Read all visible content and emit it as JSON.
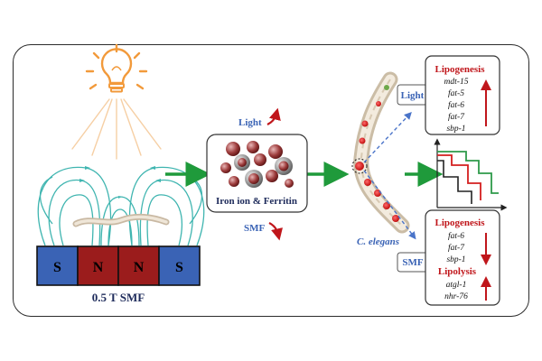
{
  "magnet": {
    "poles": [
      "S",
      "N",
      "N",
      "S"
    ],
    "field_label": "0.5 T SMF",
    "colors": {
      "s_pole": "#3a63b5",
      "n_pole": "#9b1c1c",
      "field_lines": "#3fb5b0"
    }
  },
  "lamp": {
    "icon": "light-bulb-icon",
    "color": "#f29a3b"
  },
  "center_box": {
    "label": "Iron ion & Ferritin"
  },
  "conditions": {
    "light": {
      "label": "Light",
      "trend": "up"
    },
    "smf": {
      "label": "SMF",
      "trend": "down"
    }
  },
  "worm": {
    "label": "C. elegans"
  },
  "light_panel": {
    "tag": "Light",
    "heading": "Lipogenesis",
    "genes": [
      "mdt-15",
      "fat-5",
      "fat-6",
      "fat-7",
      "sbp-1"
    ],
    "trend": "up"
  },
  "smf_panel": {
    "tag": "SMF",
    "sections": [
      {
        "heading": "Lipogenesis",
        "genes": [
          "fat-6",
          "fat-7",
          "sbp-1"
        ],
        "trend": "down"
      },
      {
        "heading": "Lipolysis",
        "genes": [
          "atgl-1",
          "nhr-76"
        ],
        "trend": "up"
      }
    ]
  },
  "survival_chart": {
    "series_colors": [
      "#2e9a4a",
      "#d41f1f",
      "#222222"
    ]
  },
  "colors": {
    "flow_arrow": "#1f9a3b",
    "trend_arrow": "#c0161b",
    "tag_text": "#3a63b5",
    "dashed": "#4a74c9"
  }
}
